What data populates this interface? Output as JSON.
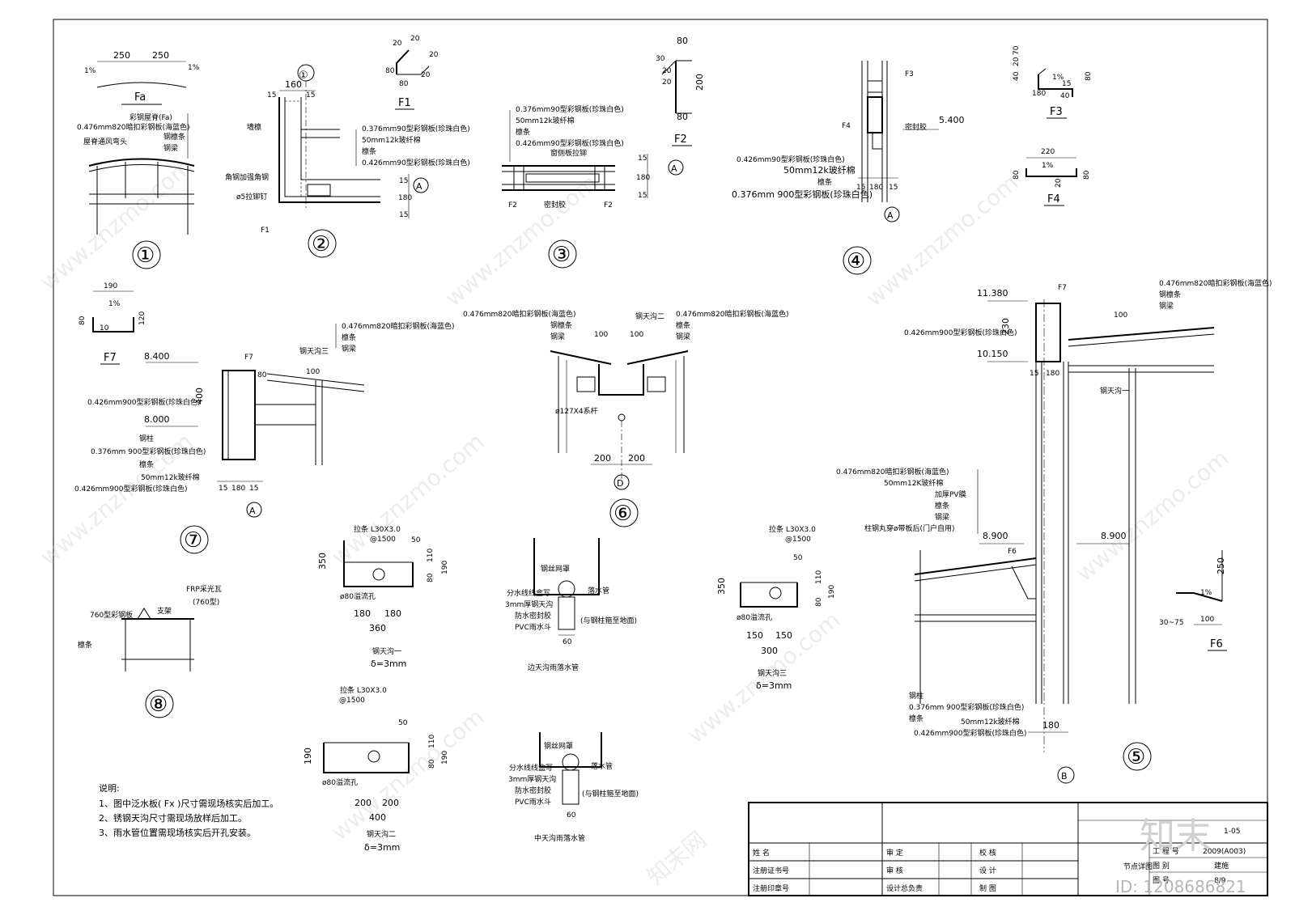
{
  "nodes": {
    "n1": {
      "no": "①",
      "Fa": "Fa",
      "d250a": "250",
      "d250b": "250",
      "slope_l": "1%",
      "slope_r": "1%",
      "labels": [
        "彩钢屋脊(Fa)",
        "0.476mm820暗扣彩钢板(海蓝色)",
        "钢檩条",
        "钢梁"
      ],
      "left_label": "屋脊通风弯头"
    },
    "n2": {
      "no": "②",
      "axis": "①",
      "d160": "160",
      "d15a": "15",
      "d15b": "15",
      "d180": "180",
      "d15c": "15",
      "d15d": "15",
      "labels": [
        "0.376mm90型彩钢板(珍珠白色)",
        "50mm12k玻纤棉",
        "檩条",
        "0.426mm90型彩钢板(珍珠白色)"
      ],
      "left_labels": [
        "墙檩",
        "角钢加强角钢",
        "ø5拉铆钉"
      ],
      "axis_a": "A",
      "F1": "F1"
    },
    "F1": {
      "name": "F1",
      "d80": "80",
      "d80b": "80",
      "d20a": "20",
      "d20b": "20",
      "d20c": "20",
      "d20d": "20"
    },
    "n3": {
      "no": "③",
      "labels": [
        "0.376mm90型彩钢板(珍珠白色)",
        "50mm12k玻纤棉",
        "檩条",
        "0.426mm90型彩钢板(珍珠白色)",
        "窗侧板拉铆"
      ],
      "d15a": "15",
      "d180": "180",
      "d15b": "15",
      "axis_a": "A",
      "F2a": "F2",
      "F2b": "F2",
      "seal": "密封胶"
    },
    "F2": {
      "name": "F2",
      "d80a": "80",
      "d80b": "80",
      "d200": "200",
      "d20a": "20",
      "d20b": "20",
      "d30": "30"
    },
    "n4": {
      "no": "④",
      "F3": "F3",
      "F4": "F4",
      "seal": "密封胶",
      "elev": "5.400",
      "labels": [
        "0.426mm90型彩钢板(珍珠白色)",
        "50mm12k玻纤棉",
        "檩条",
        "0.376mm 900型彩钢板(珍珠白色)"
      ],
      "d15a": "15",
      "d180": "180",
      "d15b": "15",
      "axis_a": "A"
    },
    "F3": {
      "name": "F3",
      "d40": "40",
      "d20": "20",
      "d70": "70",
      "d180": "180",
      "d15": "15",
      "d40b": "40",
      "d80": "80",
      "slope": "1%"
    },
    "F4": {
      "name": "F4",
      "d220": "220",
      "d80a": "80",
      "d80b": "80",
      "d20": "20",
      "slope": "1%"
    },
    "F7": {
      "name": "F7",
      "d190": "190",
      "d80": "80",
      "d120": "120",
      "d10": "10",
      "slope": "1%"
    },
    "n7": {
      "no": "⑦",
      "F7": "F7",
      "elev1": "8.400",
      "elev2": "8.000",
      "d400": "400",
      "d80": "80",
      "d100": "100",
      "gutter": "钢天沟三",
      "left_labels": [
        "0.426mm900型彩钢板(珍珠白色)",
        "钢柱",
        "0.376mm 900型彩钢板(珍珠白色)",
        "檩条",
        "50mm12k玻纤棉",
        "0.426mm900型彩钢板(珍珠白色)"
      ],
      "right_labels": [
        "0.476mm820暗扣彩钢板(海蓝色)",
        "檩条",
        "钢梁"
      ],
      "d15a": "15",
      "d180": "180",
      "d15b": "15",
      "axis_a": "A"
    },
    "n6": {
      "no": "⑥",
      "left_labels": [
        "0.476mm820暗扣彩钢板(海蓝色)",
        "钢檩条",
        "钢梁"
      ],
      "right_labels": [
        "0.476mm820暗扣彩钢板(海蓝色)",
        "檩条",
        "钢梁"
      ],
      "gutter": "钢天沟二",
      "d100a": "100",
      "d100b": "100",
      "pipe": "ø127X4系杆",
      "d200a": "200",
      "d200b": "200",
      "axis": "D"
    },
    "n5": {
      "no": "⑤",
      "elev_top": "11.380",
      "elev_mid": "10.150",
      "F7": "F7",
      "d230": "230",
      "d15": "15",
      "d180": "180",
      "d100": "100",
      "gutter": "钢天沟一",
      "left_top": "0.426mm900型彩钢板(珍珠白色)",
      "right_labels": [
        "0.476mm820暗扣彩钢板(海蓝色)",
        "钢檩条",
        "钢梁"
      ],
      "left_mid": [
        "0.476mm820暗扣彩钢板(海蓝色)",
        "50mm12K玻纤棉",
        "加厚PV膜",
        "檩条",
        "钢梁",
        "柱钢丸穿ø带板后(门户自用)"
      ],
      "elev_l": "8.900",
      "elev_r": "8.900",
      "F6": "F6",
      "left_bot": [
        "钢柱",
        "0.376mm 900型彩钢板(珍珠白色)",
        "檩条",
        "50mm12k玻纤棉",
        "0.426mm900型彩钢板(珍珠白色)"
      ],
      "d180b": "180",
      "axis": "B"
    },
    "F6": {
      "name": "F6",
      "d250": "250",
      "slope": "1%",
      "d100": "100",
      "d3075": "30~75"
    },
    "g1": {
      "title": "钢天沟一",
      "thk": "δ=3mm",
      "angle": "拉条 L30X3.0",
      "pitch": "@1500",
      "hole": "ø80溢流孔",
      "d350": "350",
      "d50": "50",
      "d80": "80",
      "d110": "110",
      "d190": "190",
      "d180a": "180",
      "d180b": "180",
      "d360": "360"
    },
    "g2": {
      "title": "钢天沟二",
      "thk": "δ=3mm",
      "angle": "拉条 L30X3.0",
      "pitch": "@1500",
      "hole": "ø80溢流孔",
      "d190": "190",
      "d50": "50",
      "d80": "80",
      "d110": "110",
      "d190b": "190",
      "d200a": "200",
      "d200b": "200",
      "d400": "400"
    },
    "g3": {
      "title": "钢天沟三",
      "thk": "δ=3mm",
      "angle": "拉条 L30X3.0",
      "pitch": "@1500",
      "hole": "ø80溢流孔",
      "d350": "350",
      "d50": "50",
      "d80": "80",
      "d110": "110",
      "d190": "190",
      "d150a": "150",
      "d150b": "150",
      "d300": "300"
    },
    "r1": {
      "title": "边天沟雨落水管",
      "labels": [
        "钢丝网罩",
        "分水线线盒写",
        "3mm厚钢天沟",
        "防水密封胶",
        "PVC雨水斗"
      ],
      "right": [
        "落水管",
        "(与钢柱箍至地面)"
      ],
      "d60": "60"
    },
    "r2": {
      "title": "中天沟雨落水管",
      "labels": [
        "钢丝网罩",
        "分水线线盒写",
        "3mm厚钢天沟",
        "防水密封胶",
        "PVC雨水斗"
      ],
      "right": [
        "落水管",
        "(与钢柱箍至地面)"
      ],
      "d60": "60"
    },
    "n8": {
      "no": "⑧",
      "panel": "760型彩钢板",
      "frp": "FRP采光瓦",
      "frp2": "(760型)",
      "support": "支架",
      "purlin": "檩条"
    }
  },
  "notes": {
    "title": "说明:",
    "items": [
      "1、图中泛水板( Fx )尺寸需现场核实后加工。",
      "2、锈钢天沟尺寸需现场放样后加工。",
      "3、雨水管位置需现场核实后开孔安装。"
    ]
  },
  "title_block": {
    "row1": [
      "姓 名",
      "审 定",
      "校 核"
    ],
    "row2": [
      "注册证书号",
      "审 核",
      "设 计"
    ],
    "row3": [
      "注册印章号",
      "设计总负责",
      "制 图"
    ],
    "drawing_name": "节点详图",
    "proj_no_label": "工 程 号",
    "proj_no": "2009(A003)",
    "cat_label": "图 别",
    "cat": "建施",
    "no_label": "图 号",
    "no": "8/9",
    "page_mark": "1-05"
  },
  "watermark": {
    "site": "www.znzmo.com",
    "logo": "知末",
    "id": "ID: 1208686821",
    "cn": "知末网"
  }
}
